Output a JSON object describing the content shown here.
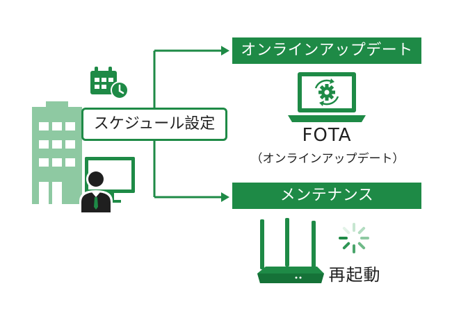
{
  "schedule": {
    "label": "スケジュール設定"
  },
  "online_update": {
    "banner": "オンラインアップデート"
  },
  "fota": {
    "title": "FOTA",
    "subtitle": "（オンラインアップデート）"
  },
  "maintenance": {
    "banner": "メンテナンス",
    "reboot_label": "再起動"
  },
  "colors": {
    "accent": "#1e8a46",
    "light_green": "#8ec9a2",
    "dark": "#1f1f1f"
  },
  "icons": [
    "calendar-clock-icon",
    "building-icon",
    "admin-pc-icon",
    "laptop-gear-icon",
    "router-icon",
    "loading-spinner-icon"
  ]
}
